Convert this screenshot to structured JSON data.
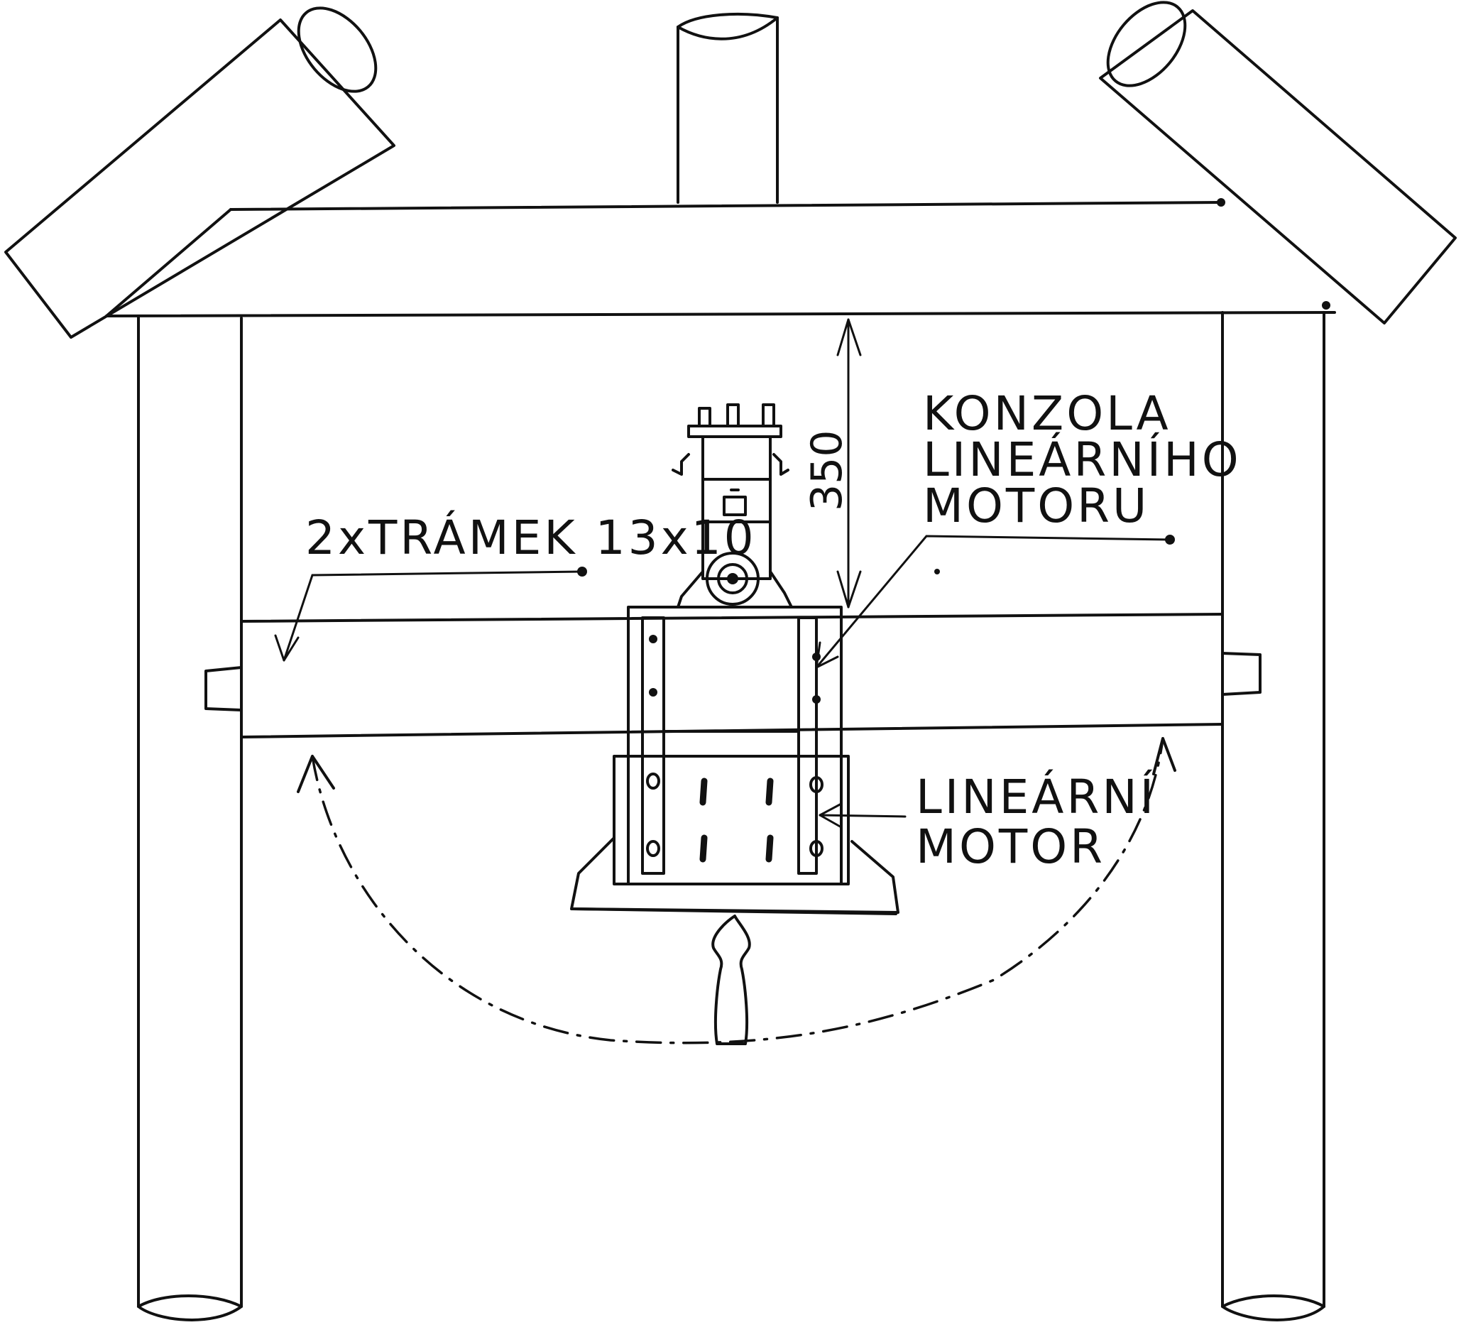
{
  "labels": {
    "beam": "2xTRÁMEK 13x10",
    "bracket_line1": "KONZOLA",
    "bracket_line2": "LINEÁRNÍHO",
    "bracket_line3": "MOTORU",
    "motor_line1": "LINEÁRNÍ",
    "motor_line2": "MOTOR",
    "dimension": "350"
  },
  "colors": {
    "ink": "#111111",
    "paper": "#ffffff"
  }
}
